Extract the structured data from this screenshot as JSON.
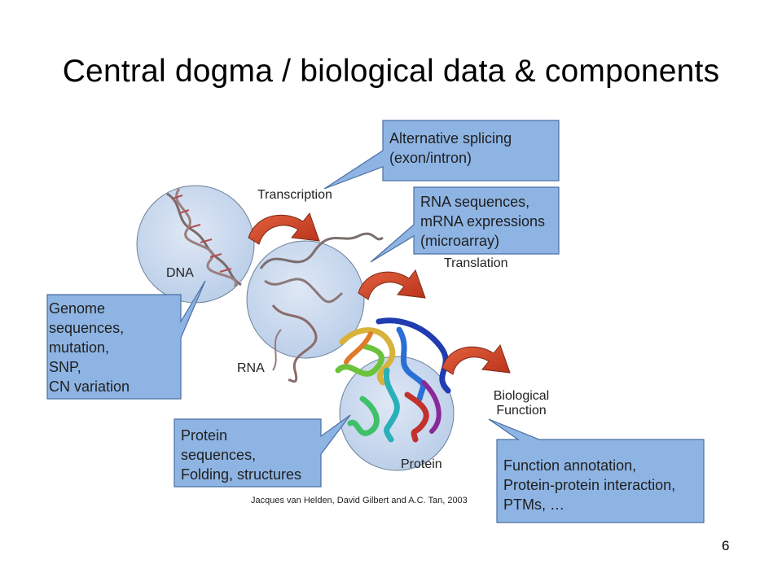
{
  "slide": {
    "title": "Central dogma / biological data & components",
    "page_number": "6",
    "credit": "Jacques van Helden, David Gilbert and A.C. Tan, 2003"
  },
  "diagram": {
    "stages": {
      "dna": "DNA",
      "rna": "RNA",
      "protein": "Protein"
    },
    "processes": {
      "transcription": "Transcription",
      "translation": "Translation",
      "biological_function_line1": "Biological",
      "biological_function_line2": "Function"
    },
    "callouts": {
      "splicing": [
        "Alternative splicing",
        "(exon/intron)"
      ],
      "rna": [
        "RNA sequences,",
        "mRNA expressions",
        "(microarray)"
      ],
      "genome": [
        "Genome",
        "sequences,",
        "mutation,",
        "SNP,",
        "CN variation"
      ],
      "protein": [
        "Protein",
        "sequences,",
        "Folding, structures"
      ],
      "function": [
        "Function annotation,",
        "Protein-protein interaction,",
        "PTMs, …"
      ]
    },
    "colors": {
      "callout_fill": "#8eb4e3",
      "callout_border": "#4a6fa5",
      "circle_fill": "#c9d9ee",
      "arrow_red": "#d9482b"
    }
  }
}
